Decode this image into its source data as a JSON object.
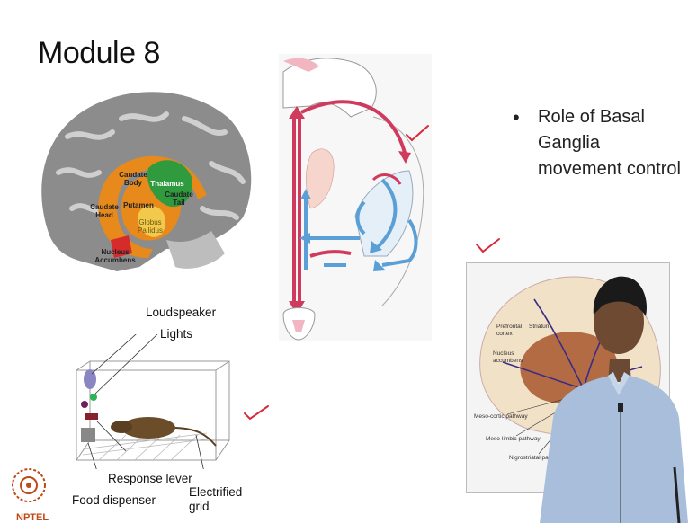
{
  "slide": {
    "title": "Module 8",
    "bullets": [
      "Role of Basal Ganglia movement control"
    ]
  },
  "brain_figure": {
    "labels": {
      "caudate_body": "Caudate Body",
      "thalamus": "Thalamus",
      "caudate_head": "Caudate Head",
      "putamen": "Putamen",
      "globus_pallidus": "Globus Pallidus",
      "caudate_tail": "Caudate Tail",
      "nucleus_accumbens": "Nucleus Accumbens"
    }
  },
  "rat_box_figure": {
    "labels": {
      "loudspeaker": "Loudspeaker",
      "lights": "Lights",
      "response_lever": "Response lever",
      "food_dispenser": "Food dispenser",
      "electrified_grid": "Electrified grid"
    }
  },
  "dopamine_figure": {
    "labels": {
      "prefrontal_cortex": "Prefrontal cortex",
      "striatum": "Striatum",
      "nucleus_accumbens": "Nucleus accumbens",
      "meso_cortic": "Meso-cortic pathway",
      "meso_limbic": "Meso-limbic pathway",
      "nigrostriatal": "Nigrostriatal pathway"
    }
  },
  "logo": {
    "text": "NPTEL"
  },
  "colors": {
    "checkmark": "#d8283a",
    "pathway_red": "#d03a5c",
    "pathway_blue": "#5a9fd6"
  }
}
